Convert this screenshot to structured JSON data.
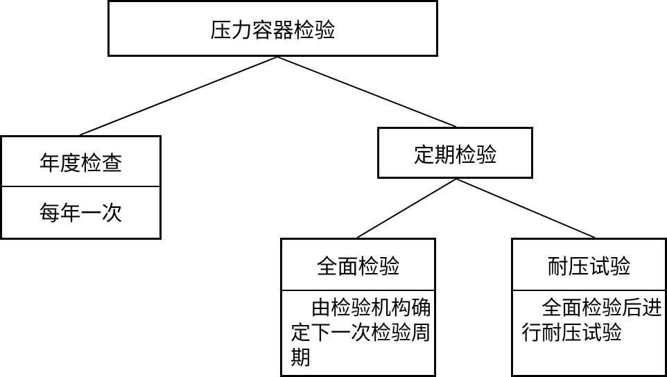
{
  "diagram": {
    "root": {
      "label": "压力容器检验"
    },
    "annual": {
      "label": "年度检查",
      "detail": "每年一次"
    },
    "periodic": {
      "label": "定期检验"
    },
    "full_inspection": {
      "label": "全面检验",
      "detail": "由检验机构确定下一次检验周期"
    },
    "pressure_test": {
      "label": "耐压试验",
      "detail": "全面检验后进行耐压试验"
    }
  }
}
